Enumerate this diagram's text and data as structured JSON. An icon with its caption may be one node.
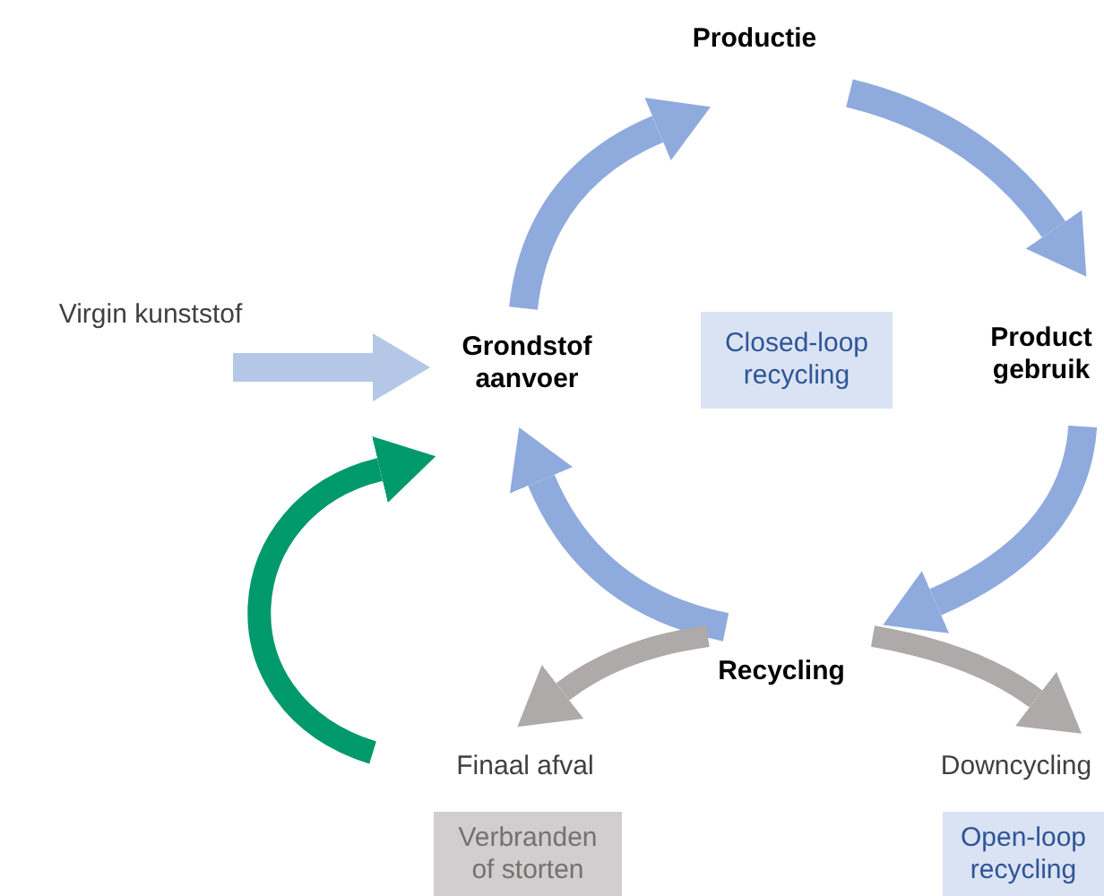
{
  "diagram": {
    "nodes": [
      {
        "text": [
          "Productie"
        ]
      },
      {
        "text": [
          "Product gebruik"
        ]
      },
      {
        "text": [
          "Recycling"
        ]
      },
      {
        "text": [
          "Grondstof aanvoer"
        ]
      },
      {
        "text": [
          "Virgin kunststof"
        ]
      },
      {
        "text": [
          "Closed-loop recycling"
        ]
      },
      {
        "text": [
          "Finaal afval"
        ]
      },
      {
        "text": [
          "Verbranden of storten"
        ]
      },
      {
        "text": [
          "Downcycling"
        ]
      },
      {
        "text": [
          "Open-loop recycling"
        ]
      }
    ],
    "edges": [
      {
        "from": 3,
        "to": 0,
        "arrow": "to"
      },
      {
        "from": 0,
        "to": 1,
        "arrow": "to"
      },
      {
        "from": 1,
        "to": 2,
        "arrow": "to"
      },
      {
        "from": 2,
        "to": 3,
        "arrow": "to"
      },
      {
        "from": 4,
        "to": 3,
        "arrow": "to",
        "color": "#b4c7e7"
      },
      {
        "from": 2,
        "to": 6,
        "arrow": "to",
        "color": "#aeaaaa"
      },
      {
        "from": 2,
        "to": 8,
        "arrow": "to",
        "color": "#aeaaaa"
      },
      {
        "from": null,
        "to": 3,
        "arrow": "to",
        "color": "#00996b"
      }
    ]
  }
}
